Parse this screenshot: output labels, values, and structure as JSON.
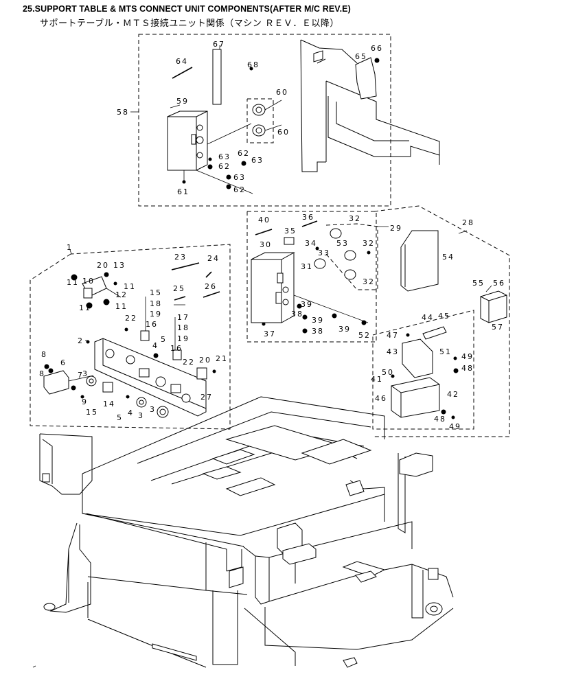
{
  "title": "25.SUPPORT TABLE & MTS CONNECT UNIT COMPONENTS(AFTER M/C REV.E)",
  "subtitle": "サポートテーブル・ＭＴＳ接続ユニット関係（マシン ＲＥＶ．Ｅ以降）",
  "labels": [
    {
      "id": "l1",
      "text": "1"
    },
    {
      "id": "l2",
      "text": "2"
    },
    {
      "id": "l3a",
      "text": "3"
    },
    {
      "id": "l3b",
      "text": "3"
    },
    {
      "id": "l3c",
      "text": "3"
    },
    {
      "id": "l4a",
      "text": "4"
    },
    {
      "id": "l4b",
      "text": "4"
    },
    {
      "id": "l5a",
      "text": "5"
    },
    {
      "id": "l5b",
      "text": "5"
    },
    {
      "id": "l6",
      "text": "6"
    },
    {
      "id": "l7",
      "text": "7"
    },
    {
      "id": "l8a",
      "text": "8"
    },
    {
      "id": "l8b",
      "text": "8"
    },
    {
      "id": "l9",
      "text": "9"
    },
    {
      "id": "l10",
      "text": "10"
    },
    {
      "id": "l11a",
      "text": "11"
    },
    {
      "id": "l11b",
      "text": "11"
    },
    {
      "id": "l11c",
      "text": "11"
    },
    {
      "id": "l11d",
      "text": "11"
    },
    {
      "id": "l12",
      "text": "12"
    },
    {
      "id": "l13",
      "text": "13"
    },
    {
      "id": "l14",
      "text": "14"
    },
    {
      "id": "l15a",
      "text": "15"
    },
    {
      "id": "l15b",
      "text": "15"
    },
    {
      "id": "l16a",
      "text": "16"
    },
    {
      "id": "l16b",
      "text": "16"
    },
    {
      "id": "l17",
      "text": "17"
    },
    {
      "id": "l18a",
      "text": "18"
    },
    {
      "id": "l18b",
      "text": "18"
    },
    {
      "id": "l19a",
      "text": "19"
    },
    {
      "id": "l19b",
      "text": "19"
    },
    {
      "id": "l20a",
      "text": "20"
    },
    {
      "id": "l20b",
      "text": "20"
    },
    {
      "id": "l21",
      "text": "21"
    },
    {
      "id": "l22a",
      "text": "22"
    },
    {
      "id": "l22b",
      "text": "22"
    },
    {
      "id": "l23",
      "text": "23"
    },
    {
      "id": "l24",
      "text": "24"
    },
    {
      "id": "l25",
      "text": "25"
    },
    {
      "id": "l26",
      "text": "26"
    },
    {
      "id": "l27",
      "text": "27"
    },
    {
      "id": "l28",
      "text": "28"
    },
    {
      "id": "l29",
      "text": "29"
    },
    {
      "id": "l30",
      "text": "30"
    },
    {
      "id": "l31",
      "text": "31"
    },
    {
      "id": "l32a",
      "text": "32"
    },
    {
      "id": "l32b",
      "text": "32"
    },
    {
      "id": "l32c",
      "text": "32"
    },
    {
      "id": "l33",
      "text": "33"
    },
    {
      "id": "l34",
      "text": "34"
    },
    {
      "id": "l35",
      "text": "35"
    },
    {
      "id": "l36",
      "text": "36"
    },
    {
      "id": "l37",
      "text": "37"
    },
    {
      "id": "l38a",
      "text": "38"
    },
    {
      "id": "l38b",
      "text": "38"
    },
    {
      "id": "l39a",
      "text": "39"
    },
    {
      "id": "l39b",
      "text": "39"
    },
    {
      "id": "l39c",
      "text": "39"
    },
    {
      "id": "l40",
      "text": "40"
    },
    {
      "id": "l41",
      "text": "41"
    },
    {
      "id": "l42",
      "text": "42"
    },
    {
      "id": "l43",
      "text": "43"
    },
    {
      "id": "l44",
      "text": "44"
    },
    {
      "id": "l45",
      "text": "45"
    },
    {
      "id": "l46",
      "text": "46"
    },
    {
      "id": "l47",
      "text": "47"
    },
    {
      "id": "l48a",
      "text": "48"
    },
    {
      "id": "l48b",
      "text": "48"
    },
    {
      "id": "l49a",
      "text": "49"
    },
    {
      "id": "l49b",
      "text": "49"
    },
    {
      "id": "l50",
      "text": "50"
    },
    {
      "id": "l51",
      "text": "51"
    },
    {
      "id": "l52",
      "text": "52"
    },
    {
      "id": "l53",
      "text": "53"
    },
    {
      "id": "l54",
      "text": "54"
    },
    {
      "id": "l55",
      "text": "55"
    },
    {
      "id": "l56",
      "text": "56"
    },
    {
      "id": "l57",
      "text": "57"
    },
    {
      "id": "l58",
      "text": "58"
    },
    {
      "id": "l59",
      "text": "59"
    },
    {
      "id": "l60a",
      "text": "60"
    },
    {
      "id": "l60b",
      "text": "60"
    },
    {
      "id": "l61",
      "text": "61"
    },
    {
      "id": "l62a",
      "text": "62"
    },
    {
      "id": "l62b",
      "text": "62"
    },
    {
      "id": "l62c",
      "text": "62"
    },
    {
      "id": "l63a",
      "text": "63"
    },
    {
      "id": "l63b",
      "text": "63"
    },
    {
      "id": "l63c",
      "text": "63"
    },
    {
      "id": "l64",
      "text": "64"
    },
    {
      "id": "l65",
      "text": "65"
    },
    {
      "id": "l66",
      "text": "66"
    },
    {
      "id": "l67",
      "text": "67"
    },
    {
      "id": "l68",
      "text": "68"
    }
  ]
}
